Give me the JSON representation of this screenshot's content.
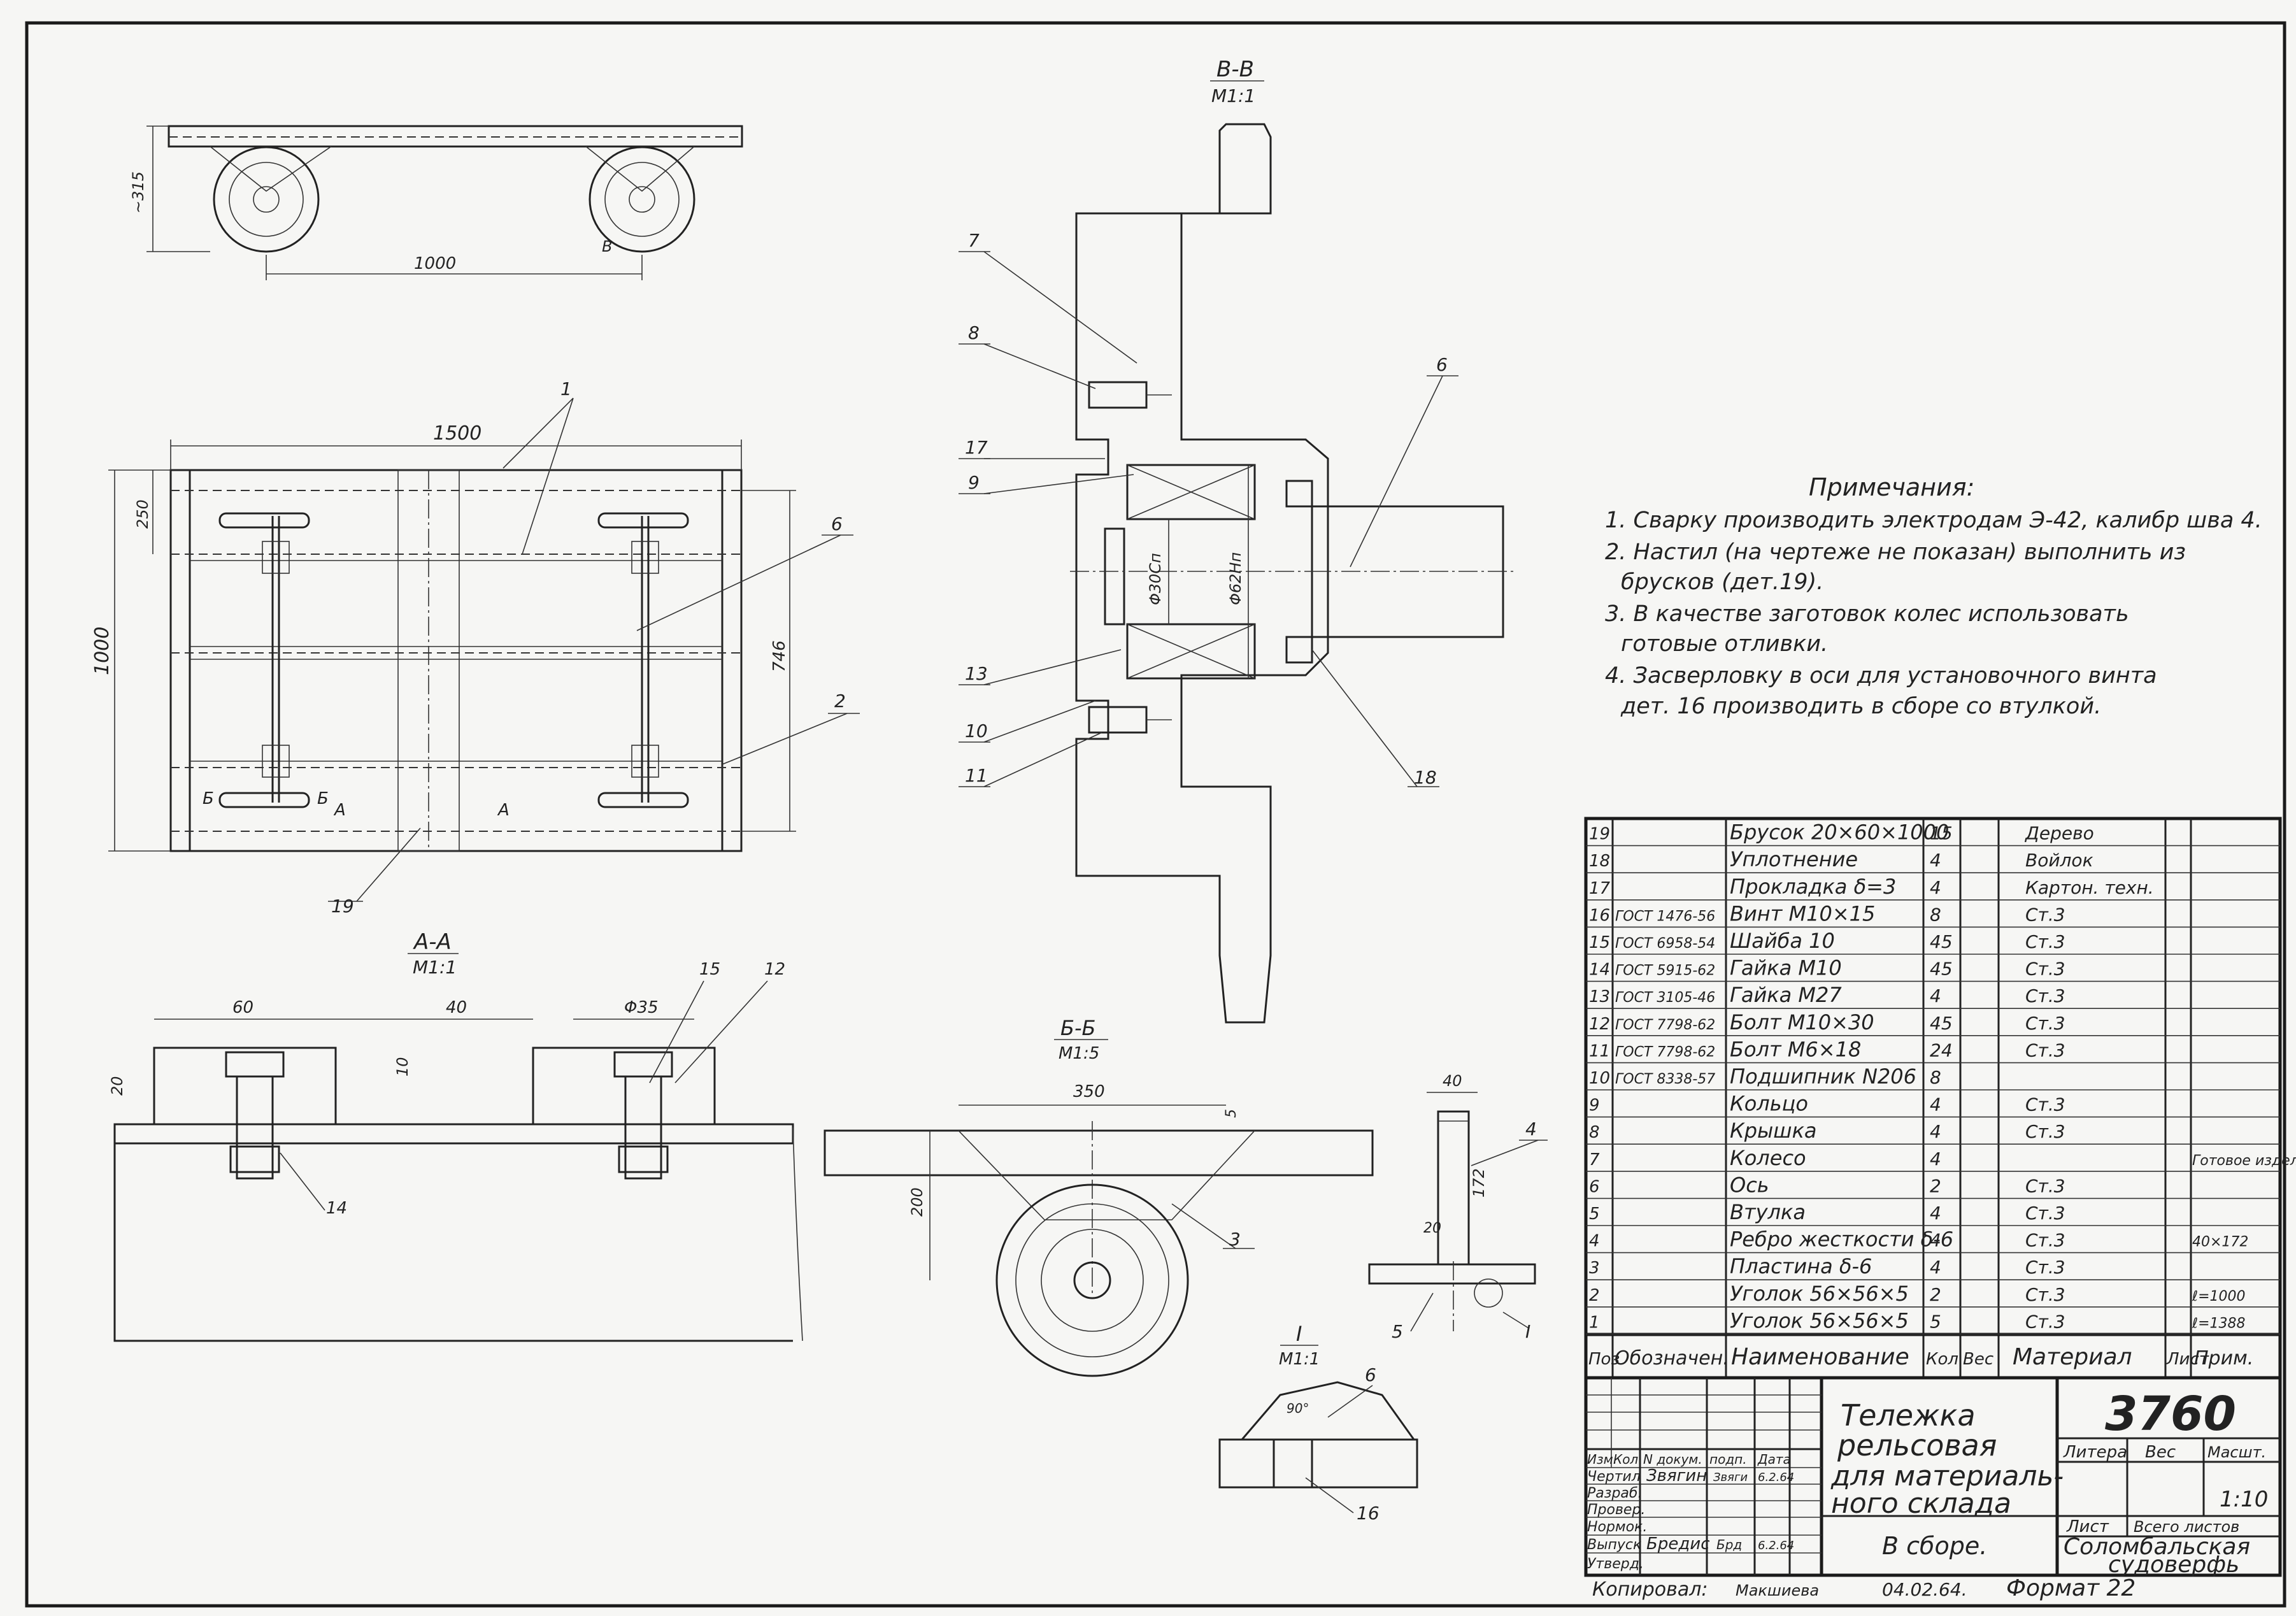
{
  "drawing": {
    "side_view": {
      "dim_wheelbase": "1000",
      "dim_height": "~315",
      "section_mark": "В"
    },
    "plan_view": {
      "dim_length": "1500",
      "dim_width": "1000",
      "dim_250": "250",
      "dim_746": "746",
      "callouts": [
        "1",
        "6",
        "2",
        "19"
      ],
      "mark_b": "Б",
      "mark_a": "А"
    },
    "section_aa": {
      "title": "А-А",
      "scale": "М1:1",
      "dim_60": "60",
      "dim_40": "40",
      "dim_phi35": "Φ35",
      "dim_20": "20",
      "dim_10": "10",
      "callouts": [
        "15",
        "12",
        "14"
      ]
    },
    "section_vv": {
      "title": "В-В",
      "scale": "М1:1",
      "dim_phi30": "Φ30Сп",
      "dim_phi62": "Φ62Нп",
      "callouts": [
        "7",
        "8",
        "17",
        "9",
        "13",
        "10",
        "11",
        "6",
        "18"
      ]
    },
    "section_bb": {
      "title": "Б-Б",
      "scale": "М1:5",
      "dim_350": "350",
      "dim_200": "200",
      "dim_5": "5",
      "callouts": [
        "3"
      ]
    },
    "detail_rib": {
      "dim_40": "40",
      "dim_172": "172",
      "dim_20": "20",
      "callouts": [
        "4",
        "5",
        "I"
      ]
    },
    "detail_i": {
      "title": "I",
      "scale": "М1:1",
      "angle": "90°",
      "callouts": [
        "6",
        "16"
      ]
    }
  },
  "notes": {
    "title": "Примечания:",
    "lines": [
      "1. Сварку  производить электродам Э-42, калибр шва 4.",
      "2. Настил (на чертеже не показан) выполнить из",
      "брусков (дет.19).",
      "3. В качестве заготовок колес использовать",
      "готовые отливки.",
      "4. Засверловку в оси для установочного винта",
      "дет. 16 производить в сборе со втулкой."
    ]
  },
  "parts_list": {
    "headers": {
      "pos": "Поз",
      "designation": "Обозначен.",
      "name": "Наименование",
      "qty": "Кол",
      "weight": "Вес",
      "material": "Материал",
      "sheet": "Лист",
      "note": "Прим."
    },
    "rows": [
      {
        "pos": "19",
        "gost": "",
        "name": "Брусок 20×60×1000",
        "qty": "15",
        "material": "Дерево",
        "note": ""
      },
      {
        "pos": "18",
        "gost": "",
        "name": "Уплотнение",
        "qty": "4",
        "material": "Войлок",
        "note": ""
      },
      {
        "pos": "17",
        "gost": "",
        "name": "Прокладка δ=3",
        "qty": "4",
        "material": "Картон. техн.",
        "note": ""
      },
      {
        "pos": "16",
        "gost": "ГОСТ 1476-56",
        "name": "Винт М10×15",
        "qty": "8",
        "material": "Ст.3",
        "note": ""
      },
      {
        "pos": "15",
        "gost": "ГОСТ 6958-54",
        "name": "Шайба 10",
        "qty": "45",
        "material": "Ст.3",
        "note": ""
      },
      {
        "pos": "14",
        "gost": "ГОСТ 5915-62",
        "name": "Гайка М10",
        "qty": "45",
        "material": "Ст.3",
        "note": ""
      },
      {
        "pos": "13",
        "gost": "ГОСТ 3105-46",
        "name": "Гайка М27",
        "qty": "4",
        "material": "Ст.3",
        "note": ""
      },
      {
        "pos": "12",
        "gost": "ГОСТ 7798-62",
        "name": "Болт М10×30",
        "qty": "45",
        "material": "Ст.3",
        "note": ""
      },
      {
        "pos": "11",
        "gost": "ГОСТ 7798-62",
        "name": "Болт М6×18",
        "qty": "24",
        "material": "Ст.3",
        "note": ""
      },
      {
        "pos": "10",
        "gost": "ГОСТ 8338-57",
        "name": "Подшипник N206",
        "qty": "8",
        "material": "",
        "note": ""
      },
      {
        "pos": "9",
        "gost": "",
        "name": "Кольцо",
        "qty": "4",
        "material": "Ст.3",
        "note": ""
      },
      {
        "pos": "8",
        "gost": "",
        "name": "Крышка",
        "qty": "4",
        "material": "Ст.3",
        "note": ""
      },
      {
        "pos": "7",
        "gost": "",
        "name": "Колесо",
        "qty": "4",
        "material": "",
        "note": "Готовое изделие"
      },
      {
        "pos": "6",
        "gost": "",
        "name": "Ось",
        "qty": "2",
        "material": "Ст.3",
        "note": ""
      },
      {
        "pos": "5",
        "gost": "",
        "name": "Втулка",
        "qty": "4",
        "material": "Ст.3",
        "note": ""
      },
      {
        "pos": "4",
        "gost": "",
        "name": "Ребро жесткости δ-6",
        "qty": "4",
        "material": "Ст.3",
        "note": "40×172"
      },
      {
        "pos": "3",
        "gost": "",
        "name": "Пластина δ-6",
        "qty": "4",
        "material": "Ст.3",
        "note": ""
      },
      {
        "pos": "2",
        "gost": "",
        "name": "Уголок 56×56×5",
        "qty": "2",
        "material": "Ст.3",
        "note": "ℓ=1000"
      },
      {
        "pos": "1",
        "gost": "",
        "name": "Уголок 56×56×5",
        "qty": "5",
        "material": "Ст.3",
        "note": "ℓ=1388"
      }
    ]
  },
  "title_block": {
    "roles": {
      "izm": "Изм.",
      "kol": "Кол.",
      "ndok": "N докум.",
      "podp": "подп.",
      "data": "Дата",
      "chertil": "Чертил",
      "razrab": "Разраб.",
      "prover": "Провер.",
      "normok": "Нормок.",
      "vypusk": "Выпуск",
      "utverd": "Утверд."
    },
    "people": {
      "drafter": "Звягин",
      "drafter_sign": "Звяги",
      "drafter_date": "6.2.64",
      "issuer": "Бредис",
      "issuer_sign": "Брд",
      "issuer_date": "6.2.64"
    },
    "title": [
      "Тележка",
      "рельсовая",
      "для материаль-",
      "ного   склада"
    ],
    "assembly": "В сборе.",
    "drawing_number": "3760",
    "litera_label": "Литера",
    "weight_label": "Вес",
    "scale_label": "Масшт.",
    "scale_value": "1:10",
    "sheet_label": "Лист",
    "sheets_label": "Всего листов",
    "company": [
      "Соломбальская",
      "судоверфь"
    ]
  },
  "footer": {
    "copied_label": "Копировал:",
    "copier_name": "Макшиева",
    "date": "04.02.64.",
    "format": "Формат 22"
  }
}
